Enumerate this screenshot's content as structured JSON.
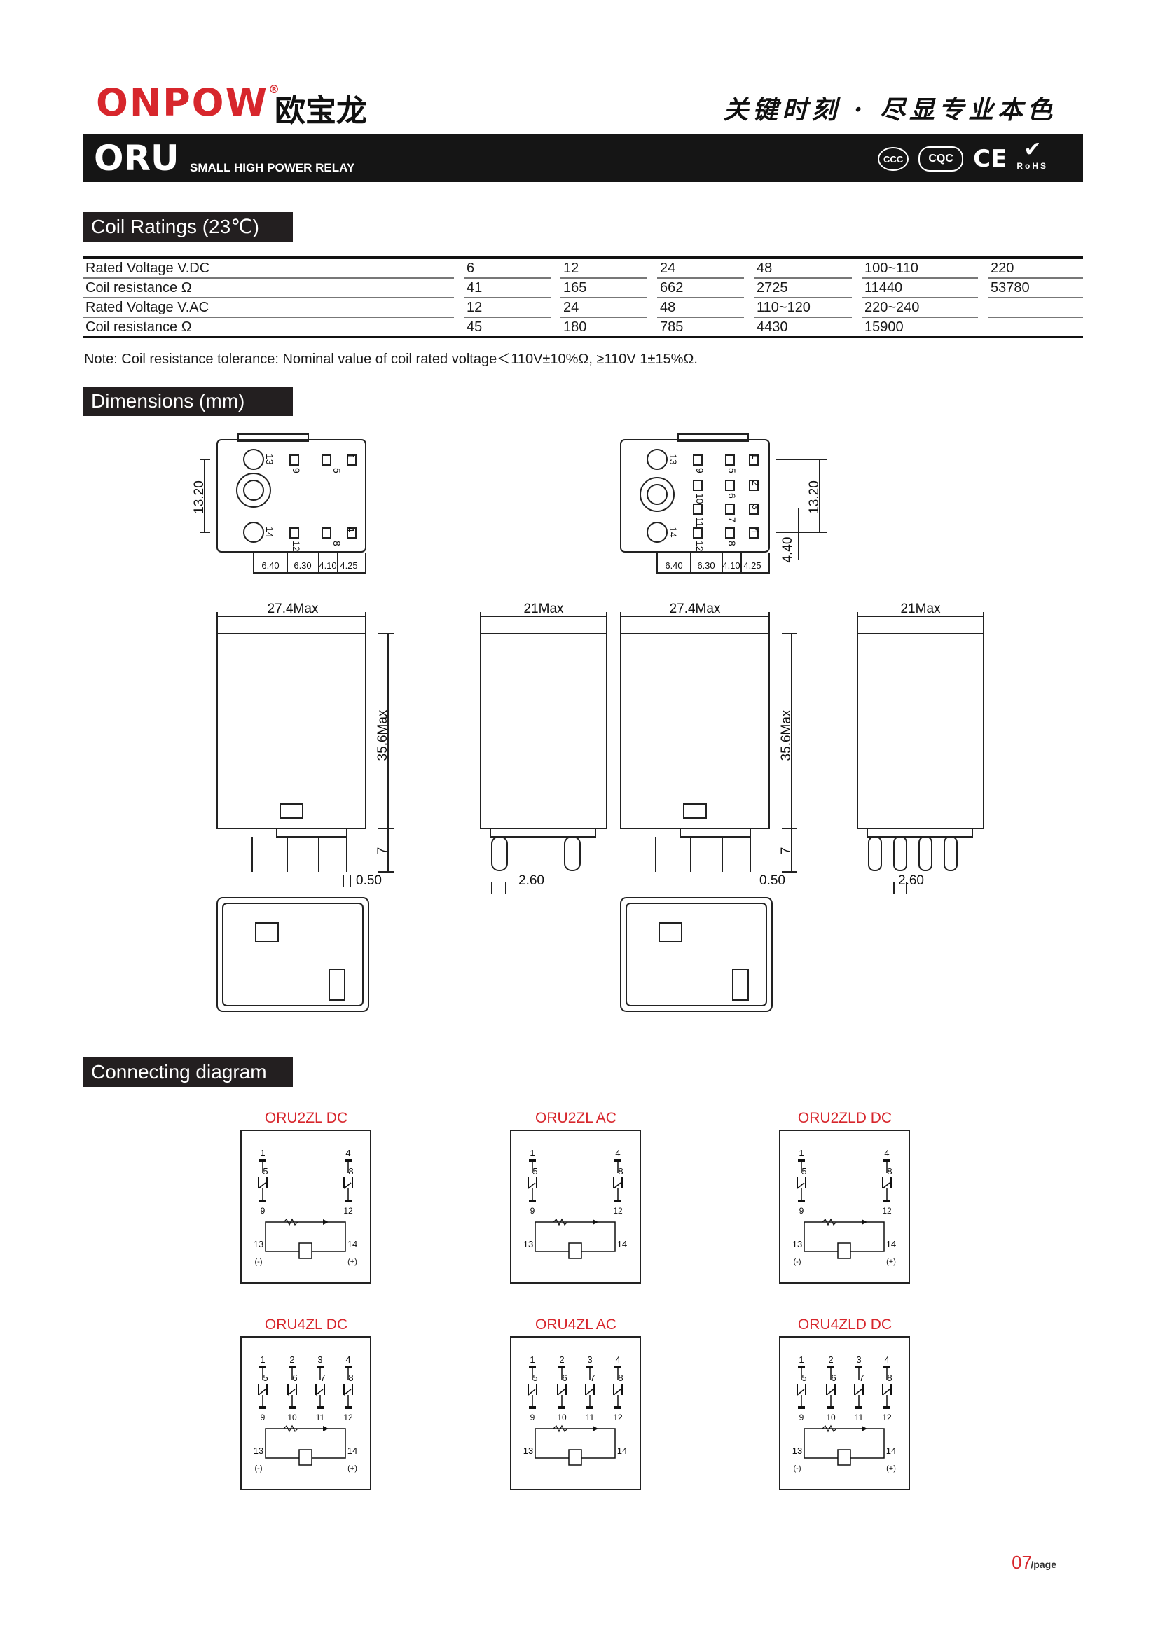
{
  "header": {
    "logo": "ONPOW",
    "logo_reg": "®",
    "logo_cn": "欧宝龙",
    "slogan": "关键时刻 · 尽显专业本色",
    "product": "ORU",
    "product_sub": "SMALL HIGH POWER RELAY",
    "certs": {
      "ccc": "CCC",
      "cqc": "CQC",
      "ce": "CE",
      "rohs": "RoHS"
    }
  },
  "sections": {
    "coil": "Coil Ratings (23℃)",
    "dimensions": "Dimensions (mm)",
    "connecting": "Connecting diagram"
  },
  "ratings": {
    "rows": [
      {
        "label": "Rated Voltage V.DC",
        "values": [
          "6",
          "12",
          "24",
          "48",
          "100~110",
          "220"
        ]
      },
      {
        "label": "Coil resistance Ω",
        "values": [
          "41",
          "165",
          "662",
          "2725",
          "11440",
          "53780"
        ]
      },
      {
        "label": "Rated Voltage V.AC",
        "values": [
          "12",
          "24",
          "48",
          "110~120",
          "220~240",
          ""
        ]
      },
      {
        "label": "Coil resistance Ω",
        "values": [
          "45",
          "180",
          "785",
          "4430",
          "15900",
          ""
        ]
      }
    ],
    "note": "Note: Coil resistance tolerance: Nominal value of coil rated voltage＜110V±10%Ω, ≥110V 1±15%Ω."
  },
  "dimensions": {
    "height_label": "13.20",
    "pitch": [
      "6.40",
      "6.30",
      "4.10",
      "4.25"
    ],
    "offset_label": "4.40",
    "width_max": "27.4Max",
    "depth_max": "21Max",
    "height_max": "35.6Max",
    "pin_len": "7",
    "pin_thk": "0.50",
    "pin_w": "2.60",
    "pins_2": [
      "13",
      "9",
      "5",
      "1",
      "14",
      "12",
      "8",
      "4"
    ],
    "pins_4": [
      "13",
      "9",
      "10",
      "11",
      "12",
      "6",
      "7",
      "8",
      "5",
      "1",
      "2",
      "3",
      "4",
      "14"
    ]
  },
  "connecting": {
    "diagrams": [
      {
        "title": "ORU2ZL DC",
        "top": [
          "1",
          "4"
        ],
        "mid": [
          "5",
          "8"
        ],
        "bot": [
          "9",
          "12"
        ],
        "coil": [
          "13",
          "14"
        ],
        "pol": [
          "(-)",
          "(+)"
        ]
      },
      {
        "title": "ORU2ZL AC",
        "top": [
          "1",
          "4"
        ],
        "mid": [
          "5",
          "8"
        ],
        "bot": [
          "9",
          "12"
        ],
        "coil": [
          "13",
          "14"
        ],
        "pol": [
          "",
          ""
        ]
      },
      {
        "title": "ORU2ZLD DC",
        "top": [
          "1",
          "4"
        ],
        "mid": [
          "5",
          "8"
        ],
        "bot": [
          "9",
          "12"
        ],
        "coil": [
          "13",
          "14"
        ],
        "pol": [
          "(-)",
          "(+)"
        ]
      },
      {
        "title": "ORU4ZL DC",
        "top": [
          "1",
          "2",
          "3",
          "4"
        ],
        "mid": [
          "5",
          "6",
          "7",
          "8"
        ],
        "bot": [
          "9",
          "10",
          "11",
          "12"
        ],
        "coil": [
          "13",
          "14"
        ],
        "pol": [
          "(-)",
          "(+)"
        ]
      },
      {
        "title": "ORU4ZL AC",
        "top": [
          "1",
          "2",
          "3",
          "4"
        ],
        "mid": [
          "5",
          "6",
          "7",
          "8"
        ],
        "bot": [
          "9",
          "10",
          "11",
          "12"
        ],
        "coil": [
          "13",
          "14"
        ],
        "pol": [
          "",
          ""
        ]
      },
      {
        "title": "ORU4ZLD DC",
        "top": [
          "1",
          "2",
          "3",
          "4"
        ],
        "mid": [
          "5",
          "6",
          "7",
          "8"
        ],
        "bot": [
          "9",
          "10",
          "11",
          "12"
        ],
        "coil": [
          "13",
          "14"
        ],
        "pol": [
          "(-)",
          "(+)"
        ]
      }
    ]
  },
  "footer": {
    "page_no": "07",
    "page_label": "/page"
  }
}
